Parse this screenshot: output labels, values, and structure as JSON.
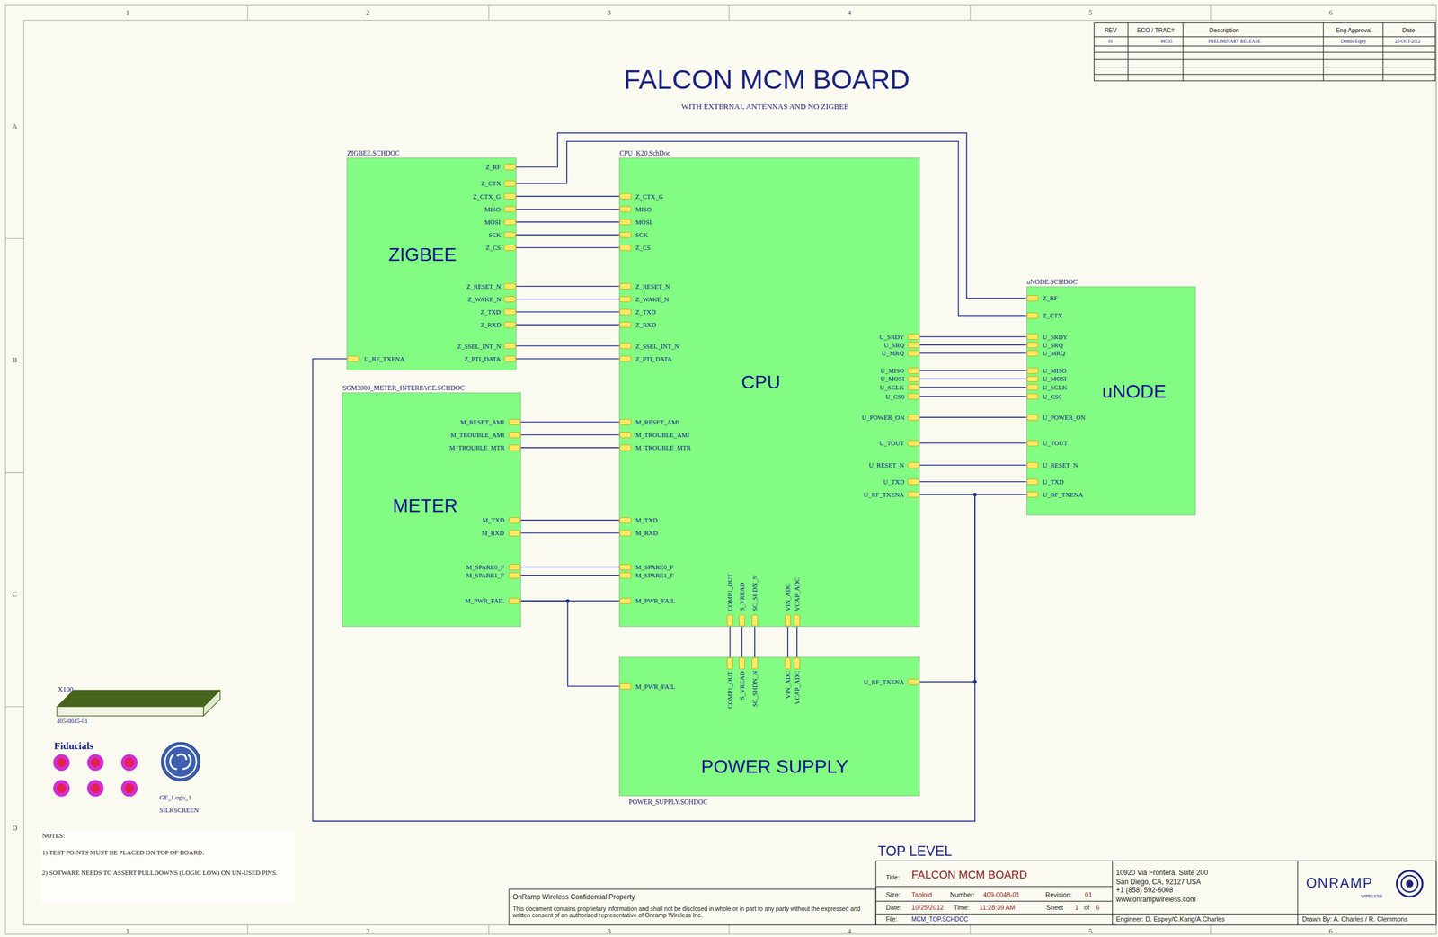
{
  "diagram": {
    "title": "FALCON MCM BOARD",
    "nodes": [
      {
        "text": [
          "ZIGBEE.SCHDOC",
          "ZIGBEE"
        ]
      },
      {
        "text": [
          "CPU_K20.SchDoc",
          "CPU"
        ]
      },
      {
        "text": [
          "uNODE.SCHDOC",
          "uNODE"
        ]
      },
      {
        "text": [
          "SGM3000_METER_INTERFACE.SCHDOC",
          "METER"
        ]
      },
      {
        "text": [
          "POWER_SUPPLY.SCHDOC",
          "POWER SUPPLY"
        ]
      }
    ],
    "edges": [
      {
        "from": 0,
        "to": 2,
        "arrow": "none"
      },
      {
        "from": 0,
        "to": 2,
        "arrow": "none"
      },
      {
        "from": 0,
        "to": 1,
        "arrow": "none"
      },
      {
        "from": 0,
        "to": 1,
        "arrow": "none"
      },
      {
        "from": 0,
        "to": 1,
        "arrow": "none"
      },
      {
        "from": 0,
        "to": 1,
        "arrow": "none"
      },
      {
        "from": 0,
        "to": 1,
        "arrow": "none"
      },
      {
        "from": 0,
        "to": 1,
        "arrow": "none"
      },
      {
        "from": 0,
        "to": 1,
        "arrow": "none"
      },
      {
        "from": 0,
        "to": 1,
        "arrow": "none"
      },
      {
        "from": 0,
        "to": 1,
        "arrow": "none"
      },
      {
        "from": 0,
        "to": 1,
        "arrow": "none"
      },
      {
        "from": 0,
        "to": 1,
        "arrow": "none"
      },
      {
        "from": 1,
        "to": 2,
        "arrow": "none"
      },
      {
        "from": 1,
        "to": 2,
        "arrow": "none"
      },
      {
        "from": 1,
        "to": 2,
        "arrow": "none"
      },
      {
        "from": 1,
        "to": 2,
        "arrow": "none"
      },
      {
        "from": 1,
        "to": 2,
        "arrow": "none"
      },
      {
        "from": 1,
        "to": 2,
        "arrow": "none"
      },
      {
        "from": 1,
        "to": 2,
        "arrow": "none"
      },
      {
        "from": 1,
        "to": 2,
        "arrow": "none"
      },
      {
        "from": 1,
        "to": 2,
        "arrow": "none"
      },
      {
        "from": 1,
        "to": 2,
        "arrow": "none"
      },
      {
        "from": 1,
        "to": 2,
        "arrow": "none"
      },
      {
        "from": 1,
        "to": 2,
        "arrow": "none"
      },
      {
        "from": 1,
        "to": 4,
        "arrow": "none"
      },
      {
        "from": 1,
        "to": 0,
        "arrow": "none"
      },
      {
        "from": 3,
        "to": 1,
        "arrow": "none"
      },
      {
        "from": 3,
        "to": 1,
        "arrow": "none"
      },
      {
        "from": 3,
        "to": 1,
        "arrow": "none"
      },
      {
        "from": 3,
        "to": 1,
        "arrow": "none"
      },
      {
        "from": 3,
        "to": 1,
        "arrow": "none"
      },
      {
        "from": 3,
        "to": 1,
        "arrow": "none"
      },
      {
        "from": 3,
        "to": 1,
        "arrow": "none"
      },
      {
        "from": 3,
        "to": 1,
        "arrow": "none"
      },
      {
        "from": 3,
        "to": 4,
        "arrow": "none"
      },
      {
        "from": 1,
        "to": 4,
        "arrow": "none"
      },
      {
        "from": 1,
        "to": 4,
        "arrow": "none"
      },
      {
        "from": 1,
        "to": 4,
        "arrow": "none"
      },
      {
        "from": 1,
        "to": 4,
        "arrow": "none"
      },
      {
        "from": 1,
        "to": 4,
        "arrow": "none"
      }
    ],
    "labels": [
      "Z_RF",
      "Z_CTX",
      "Z_CTX_G",
      "MISO",
      "MOSI",
      "SCK",
      "Z_CS",
      "Z_RESET_N",
      "Z_WAKE_N",
      "Z_TXD",
      "Z_RXD",
      "Z_SSEL_INT_N",
      "Z_PTI_DATA",
      "U_RF_TXENA",
      "Z_CTX_G",
      "MISO",
      "MOSI",
      "SCK",
      "Z_CS",
      "Z_RESET_N",
      "Z_WAKE_N",
      "Z_TXD",
      "Z_RXD",
      "Z_SSEL_INT_N",
      "Z_PTI_DATA",
      "M_RESET_AMI",
      "M_TROUBLE_AMI",
      "M_TROUBLE_MTR",
      "M_TXD",
      "M_RXD",
      "M_SPARE0_F",
      "M_SPARE1_F",
      "M_PWR_FAIL",
      "U_SRDY",
      "U_SRQ",
      "U_MRQ",
      "U_MISO",
      "U_MOSI",
      "U_SCLK",
      "U_CS0",
      "U_POWER_ON",
      "U_TOUT",
      "U_RESET_N",
      "U_TXD",
      "U_RF_TXENA",
      "COMP1_OUT",
      "S_VREAD",
      "SC_SHDN_N",
      "VIN_ADC",
      "VCAP_ADC",
      "COMP1_OUT",
      "S_VREAD",
      "SC_SHDN_N",
      "VIN_ADC",
      "VCAP_ADC",
      "M_PWR_FAIL",
      "U_RF_TXENA",
      "Z_RF",
      "Z_CTX",
      "U_SRDY",
      "U_SRQ",
      "U_MRQ",
      "U_MISO",
      "U_MOSI",
      "U_SCLK",
      "U_CS0",
      "U_POWER_ON",
      "U_TOUT",
      "U_RESET_N",
      "U_TXD",
      "U_RF_TXENA",
      "M_RESET_AMI",
      "M_TROUBLE_AMI",
      "M_TROUBLE_MTR",
      "M_TXD",
      "M_RXD",
      "M_SPARE0_F",
      "M_SPARE1_F",
      "M_PWR_FAIL",
      "WITH EXTERNAL ANTENNAS AND NO ZIGBEE",
      "1",
      "2",
      "3",
      "4",
      "5",
      "6",
      "1",
      "2",
      "3",
      "4",
      "5",
      "6",
      "A",
      "B",
      "C",
      "D",
      "REV",
      "ECO / TRAC#",
      "Description",
      "Eng Approval",
      "Date",
      "01",
      "#4535",
      "PRELIMINARY RELEASE",
      "Dennis Espey",
      "25-OCT-2012",
      "X100",
      "405-0045-01",
      "Fiducials",
      "GE_Logo_1",
      "SILKSCREEN",
      "NOTES:",
      "1) TEST POINTS MUST BE PLACED ON TOP OF BOARD.",
      "2) SOTWARE NEEDS TO ASSERT PULLDOWNS (LOGIC LOW) ON UN-USED PINS.",
      "TOP LEVEL",
      "Title:",
      "FALCON MCM BOARD",
      "Size:",
      "Tabloid",
      "Number:",
      "409-0048-01",
      "Revision:",
      "01",
      "Date:",
      "10/25/2012",
      "Time:",
      "11:28:39 AM",
      "Sheet",
      "1",
      "of",
      "6",
      "File:",
      "MCM_TOP.SCHDOC",
      "10920 Via Frontera, Suite 200",
      "San Diego, CA, 92127 USA",
      "+1 (858) 592-6008",
      "www.onrampwireless.com",
      "Engineer: D. Espey/C.Kang/A.Charles",
      "ONRAMP",
      "WIRELESS",
      "Drawn By: A. Charles / R. Clemmons",
      "OnRamp Wireless Confidential Property",
      "This document contains proprietary information and shall not be disclosed in whole or in part to any party without the expressed and written consent of an authorized representative of Onramp Wireless Inc."
    ]
  }
}
